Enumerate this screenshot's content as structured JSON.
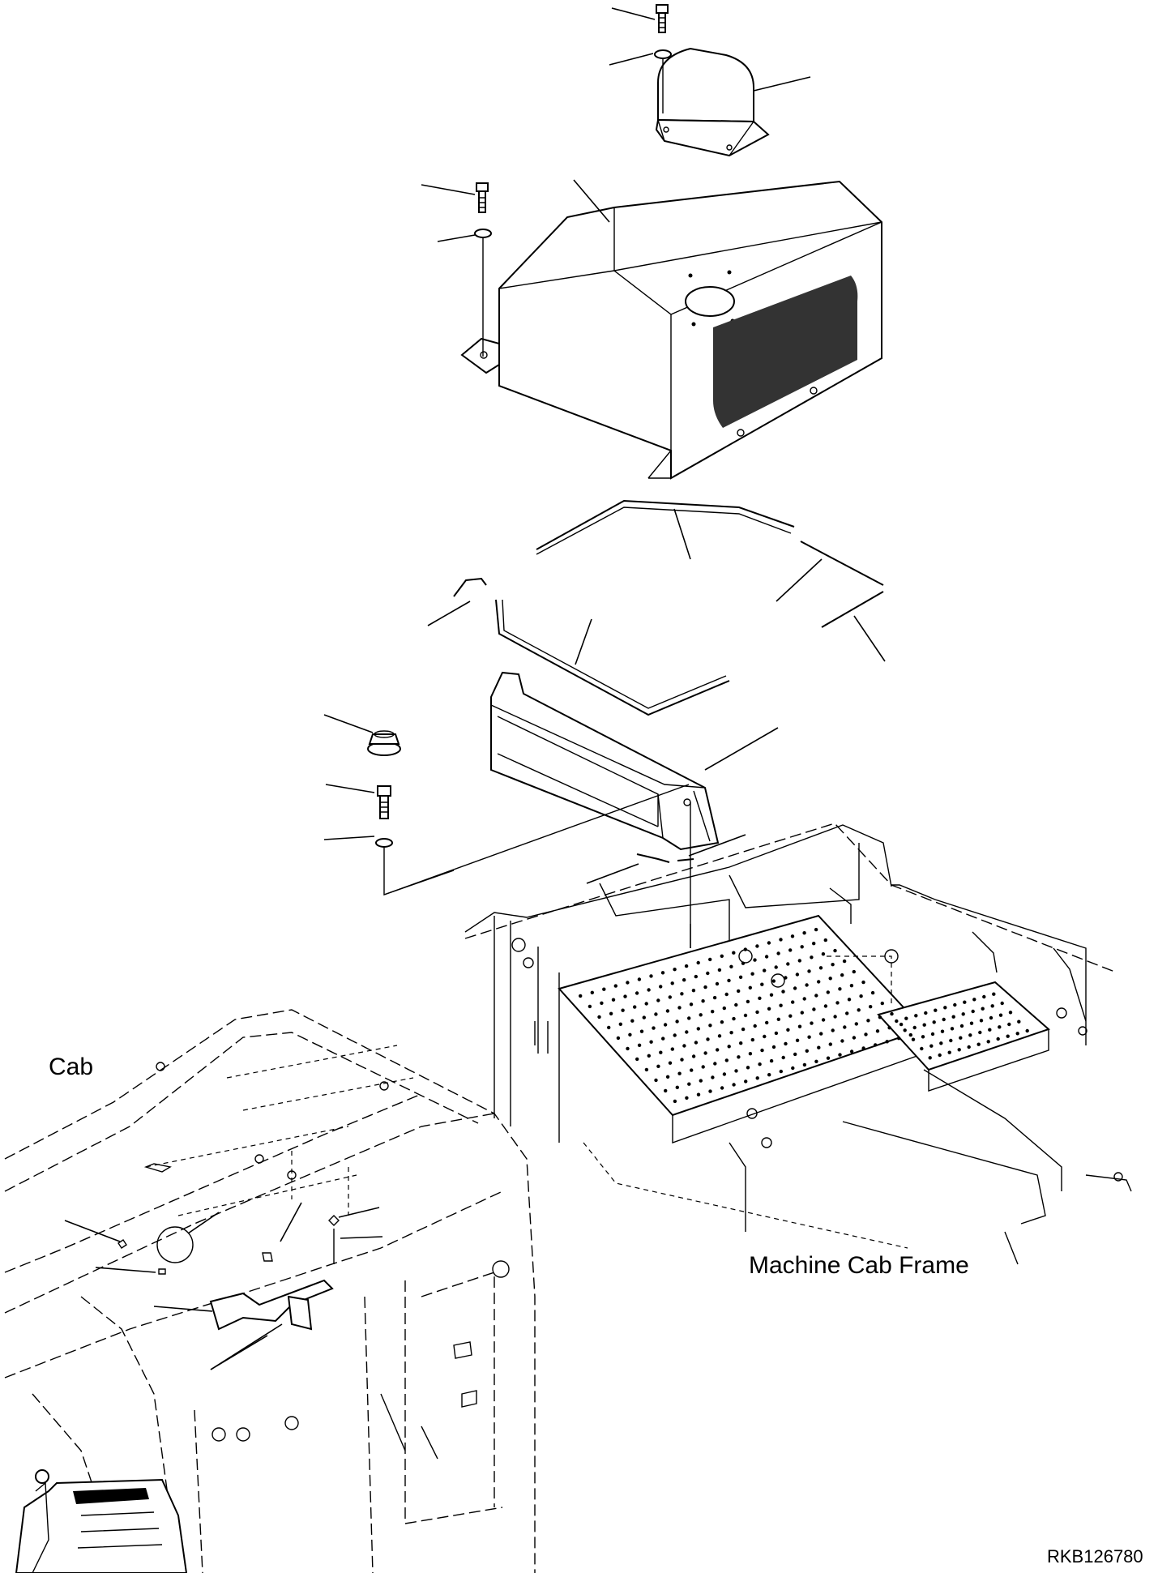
{
  "labels": {
    "cab": "Cab",
    "machine_cab_frame": "Machine Cab Frame",
    "drawing_code": "RKB126780"
  }
}
